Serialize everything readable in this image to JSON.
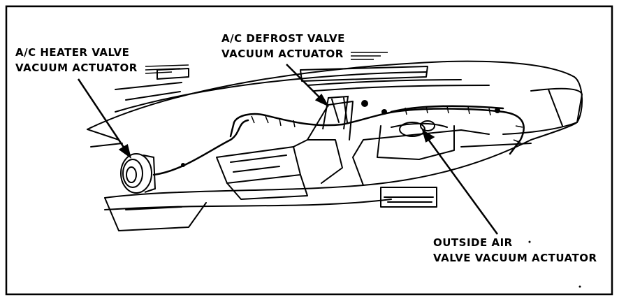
{
  "labels": {
    "heater_line1": "A/C HEATER VALVE",
    "heater_line2": "VACUUM ACTUATOR",
    "defrost_line1": "A/C DEFROST VALVE",
    "defrost_line2": "VACUUM ACTUATOR",
    "outside_line1": "OUTSIDE AIR",
    "outside_line2": "VALVE VACUUM ACTUATOR"
  },
  "colors": {
    "ink": "#000000",
    "paper": "#ffffff"
  }
}
